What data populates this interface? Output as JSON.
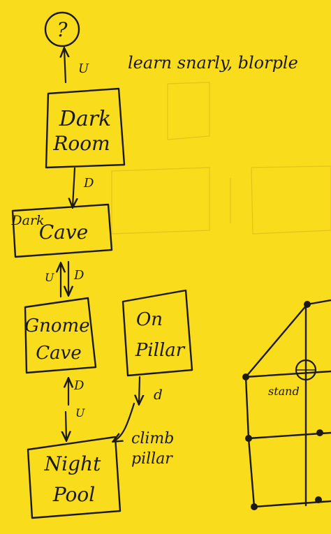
{
  "nodes": {
    "unknown": {
      "label": "?"
    },
    "dark_room": {
      "line1": "Dark",
      "line2": "Room"
    },
    "dark_cave": {
      "line1": "Dark",
      "line2": "Cave"
    },
    "gnome_cave": {
      "line1": "Gnome",
      "line2": "Cave"
    },
    "on_pillar": {
      "line1": "On",
      "line2": "Pillar"
    },
    "night_pool": {
      "line1": "Night",
      "line2": "Pool"
    }
  },
  "edges": {
    "unknown_dark_room": {
      "label": "U"
    },
    "dark_room_dark_cave": {
      "label": "D"
    },
    "dark_cave_gnome_cave_up": {
      "label": "U"
    },
    "dark_cave_gnome_cave_down": {
      "label": "D"
    },
    "gnome_cave_night_pool_down": {
      "label": "D"
    },
    "gnome_cave_night_pool_up": {
      "label": "U"
    },
    "on_pillar_night_pool": {
      "label": "d"
    }
  },
  "annotations": {
    "dark_room_note": "learn snarly, blorple",
    "climb_line1": "climb",
    "climb_line2": "pillar"
  },
  "side_sketch": {
    "label": "stand"
  },
  "colors": {
    "paper": "#f9dc1c",
    "ink": "#1c1a14"
  }
}
